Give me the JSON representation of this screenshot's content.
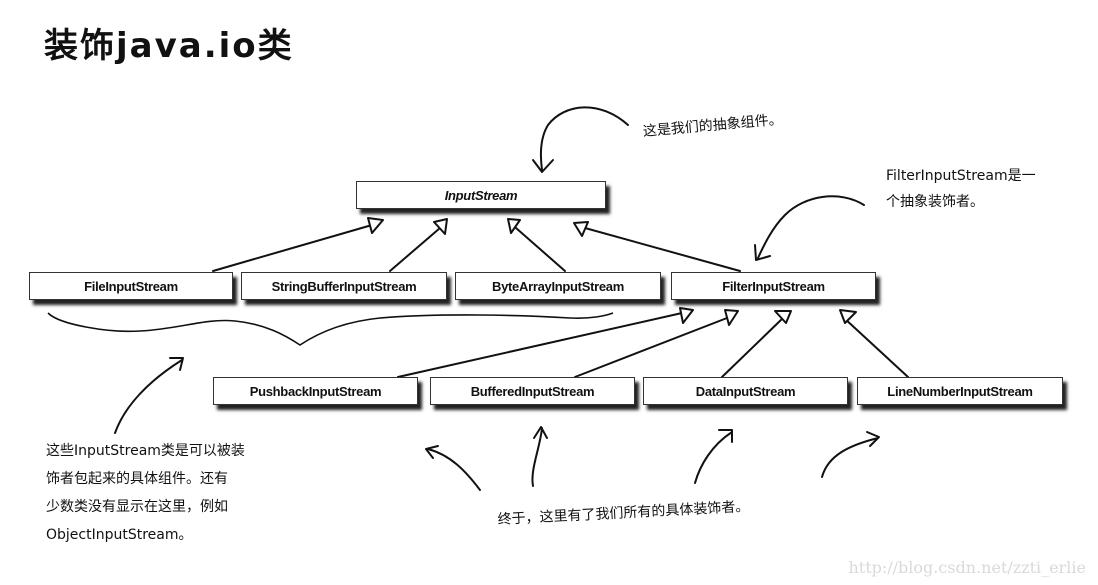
{
  "title": "装饰java.io类",
  "classes": {
    "input_stream": "InputStream",
    "file_input_stream": "FileInputStream",
    "string_buffer_input_stream": "StringBufferInputStream",
    "byte_array_input_stream": "ByteArrayInputStream",
    "filter_input_stream": "FilterInputStream",
    "pushback_input_stream": "PushbackInputStream",
    "buffered_input_stream": "BufferedInputStream",
    "data_input_stream": "DataInputStream",
    "line_number_input_stream": "LineNumberInputStream"
  },
  "notes": {
    "abstract_component": "这是我们的抽象组件。",
    "abstract_decorator_line1": "FilterInputStream是一",
    "abstract_decorator_line2": "个抽象装饰者。",
    "concrete_components_line1": "这些InputStream类是可以被装",
    "concrete_components_line2": "饰者包起来的具体组件。还有",
    "concrete_components_line3": "少数类没有显示在这里，例如",
    "concrete_components_line4": "ObjectInputStream。",
    "concrete_decorators": "终于，这里有了我们所有的具体装饰者。"
  },
  "watermark": "http://blog.csdn.net/zzti_erlie"
}
